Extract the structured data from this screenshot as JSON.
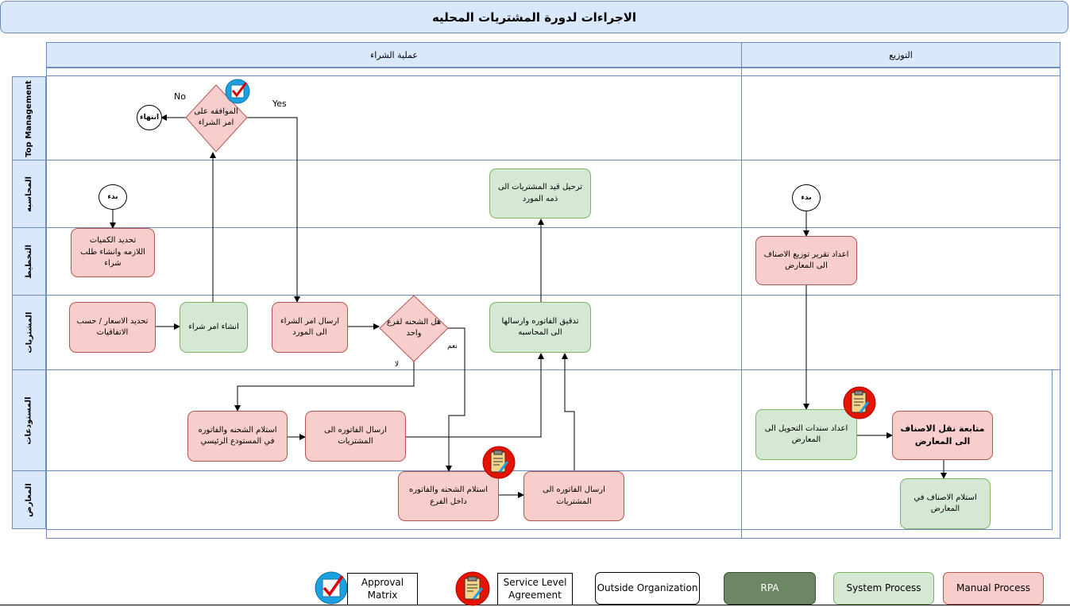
{
  "title": "الاجراءات لدورة المشتريات المحليه",
  "pools": {
    "purchasing": "عملية الشراء",
    "distribution": "التوزيع"
  },
  "lanes": [
    "Top Management",
    "المحاسبه",
    "التخطيط",
    "المشتريات",
    "المستودعات",
    "المعارض"
  ],
  "nodes": {
    "start_purchasing": "بدء",
    "determine_quantities": "تحديد الكميات اللازمه وانشاء طلب شراء",
    "determine_prices": "تحديد الاسعار / حسب الاتفاقيات",
    "create_po": "انشاء امر شراء",
    "send_po": "ارسال امر الشراء الى المورد",
    "decision_approval": "الموافقه على امر الشراء",
    "end": "انتهاء",
    "label_no": "No",
    "label_yes": "Yes",
    "decision_branch": "هل الشحنه لفرع واحد",
    "label_yes_ar": "نعم",
    "label_no_ar": "لا",
    "post_to_supplier": "ترحيل قيد المشتريات الى ذمه المورد",
    "audit_invoice": "تدقيق الفاتوره وارسالها الى المحاسبه",
    "receive_main_wh": "استلام الشحنه والفاتوره في المستودع الرئيسي",
    "send_invoice_wh": "ارسال الفاتوره الى المشتريات",
    "receive_branch": "استلام الشحنه والفاتوره داخل الفرع",
    "send_invoice_branch": "ارسال الفاتوره الى المشتريات",
    "start_distribution": "بدء",
    "distribution_report": "اعداد تقرير توزيع الاصناف الى المعارض",
    "transfer_docs": "اعداد سندات التحويل الى المعارض",
    "follow_transfer": "متابعة نقل الاصناف الى المعارض",
    "receive_showroom": "استلام الاصناف في المعارض"
  },
  "legend": {
    "approval": "Approval Matrix",
    "sla": "Service Level Agreement",
    "outside": "Outside Organization",
    "rpa": "RPA",
    "system": "System Process",
    "manual": "Manual Process"
  },
  "colors": {
    "manual_fill": "#f8cecc",
    "manual_stroke": "#b85450",
    "system_fill": "#d5e8d4",
    "system_stroke": "#82b366",
    "rpa_fill": "#6d8764",
    "header_fill": "#dae8fc",
    "header_stroke": "#6c8ebf"
  }
}
